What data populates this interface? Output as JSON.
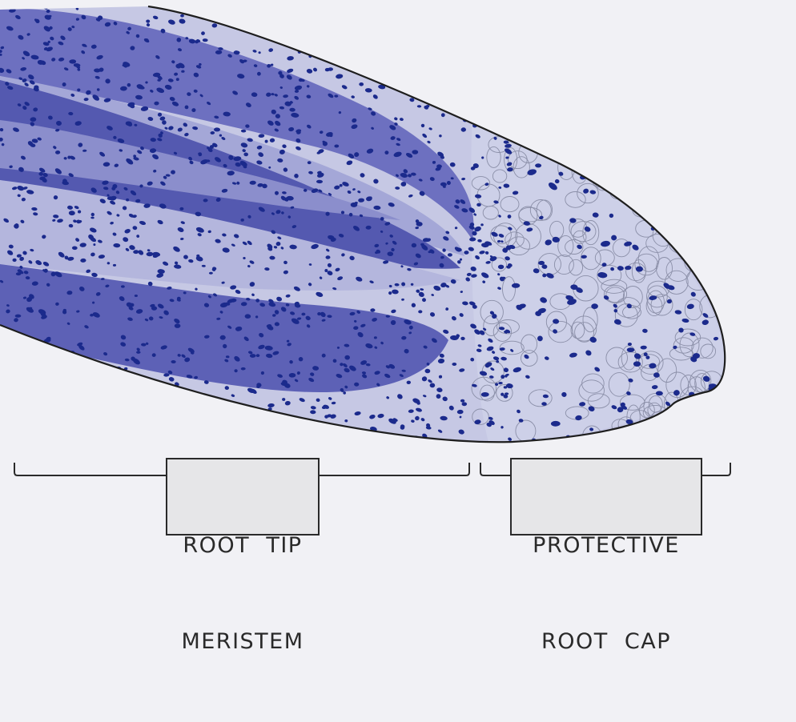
{
  "labels": {
    "meristem": {
      "line1": "ROOT  TIP",
      "line2": "MERISTEM"
    },
    "root_cap": {
      "line1": "PROTECTIVE",
      "line2": "ROOT  CAP"
    }
  },
  "colors": {
    "background": "#f1f1f5",
    "tissue_light": "#c6c8e4",
    "tissue_mid": "#a9acd8",
    "tissue_dark": "#5b5fb3",
    "tissue_band": "#7a7dc6",
    "nuclei": "#1b2a8c",
    "cell_wall": "#8b8fa8",
    "outline": "#1e1e1e"
  },
  "icons": [
    "root-tip-illustration",
    "bracket-meristem",
    "bracket-root-cap"
  ]
}
